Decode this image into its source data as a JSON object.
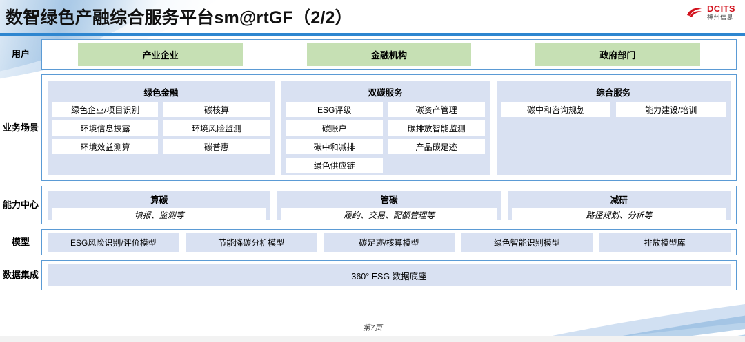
{
  "header": {
    "title": "数智绿色产融综合服务平台sm@rtGF（2/2）",
    "logo_en": "DCITS",
    "logo_cn": "神州信息",
    "accent_color": "#2E86D0",
    "logo_color": "#D2101B"
  },
  "palette": {
    "green_box": "#C6E0B4",
    "panel": "#D9E1F2",
    "border": "#5B9BD5",
    "white": "#FFFFFF"
  },
  "rows": {
    "user": {
      "label": "用户",
      "items": [
        "产业企业",
        "金融机构",
        "政府部门"
      ]
    },
    "scenario": {
      "label": "业务场景",
      "groups": [
        {
          "title": "绿色金融",
          "items": [
            "绿色企业/项目识别",
            "碳核算",
            "环境信息披露",
            "环境风险监测",
            "环境效益测算",
            "碳普惠"
          ]
        },
        {
          "title": "双碳服务",
          "items": [
            "ESG评级",
            "碳资产管理",
            "碳账户",
            "碳排放智能监测",
            "碳中和减排",
            "产品碳足迹",
            "绿色供应链"
          ]
        },
        {
          "title": "综合服务",
          "items": [
            "碳中和咨询规划",
            "能力建设/培训"
          ]
        }
      ]
    },
    "capability": {
      "label": "能力中心",
      "groups": [
        {
          "title": "算碳",
          "subtitle": "填报、监测等"
        },
        {
          "title": "管碳",
          "subtitle": "履约、交易、配额管理等"
        },
        {
          "title": "减研",
          "subtitle": "路径规划、分析等"
        }
      ]
    },
    "model": {
      "label": "模型",
      "items": [
        "ESG风险识别/评价模型",
        "节能降碳分析模型",
        "碳足迹/核算模型",
        "绿色智能识别模型",
        "排放模型库"
      ]
    },
    "data": {
      "label": "数据集成",
      "items": [
        "360° ESG 数据底座"
      ]
    }
  },
  "footer": {
    "page_label": "第7页"
  }
}
